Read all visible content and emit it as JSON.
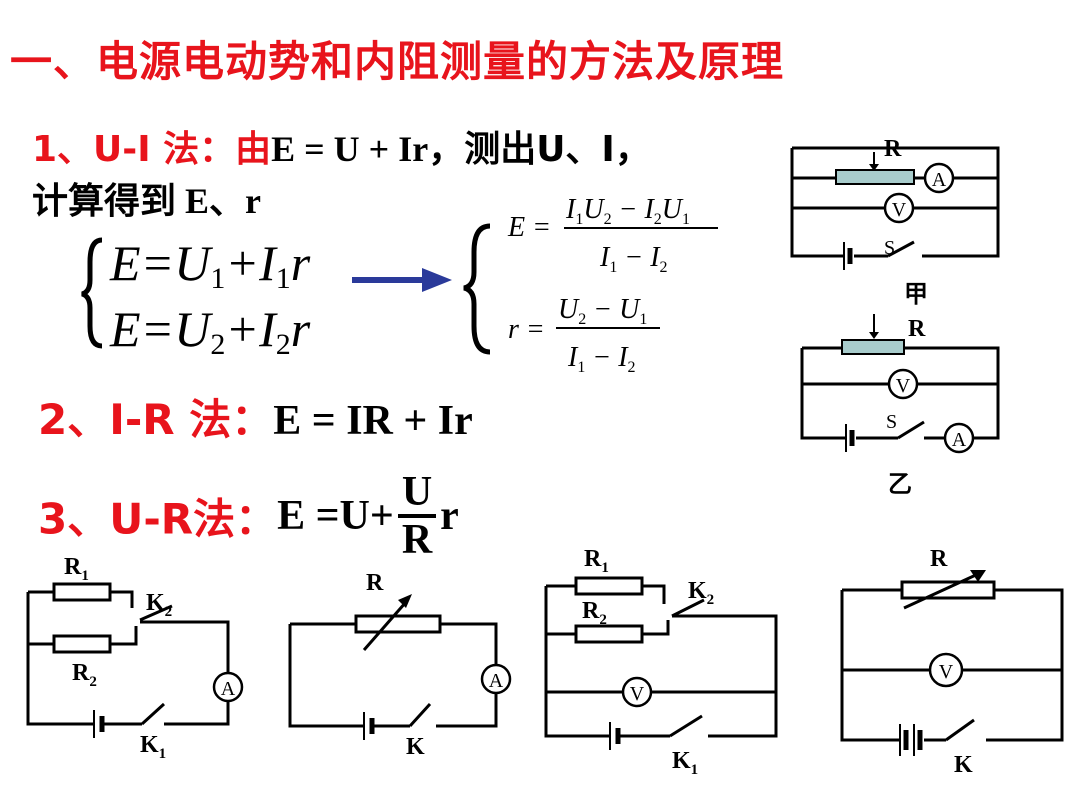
{
  "title": "一、电源电动势和内阻测量的方法及原理",
  "method1": {
    "prefix": "1、U-I 法：由",
    "equation": "E = U + Ir",
    "mid": "，测出U、I，",
    "line2": "计算得到  E、r"
  },
  "system_left": {
    "eq1": "E=U1+I1r",
    "eq2": "E=U2+I2r"
  },
  "system_right": {
    "E_num": "I1U2 − I2U1",
    "E_den": "I1 − I2",
    "r_num": "U2 − U1",
    "r_den": "I1 − I2"
  },
  "method2": {
    "prefix": "2、I-R 法：",
    "equation": "E = IR + Ir"
  },
  "method3": {
    "prefix": "3、U-R法：",
    "eq_start": "E =U+",
    "frac_num": "U",
    "frac_den": "R",
    "eq_end": "r"
  },
  "circuit_jia": {
    "R": "R",
    "A": "A",
    "V": "V",
    "S": "S",
    "caption": "甲"
  },
  "circuit_yi": {
    "R": "R",
    "A": "A",
    "V": "V",
    "S": "S",
    "caption": "乙"
  },
  "circuit_b1": {
    "R1": "R",
    "R1_sub": "1",
    "R2": "R",
    "R2_sub": "2",
    "K2": "K",
    "K2_sub": "2",
    "K1": "K",
    "K1_sub": "1",
    "A": "A"
  },
  "circuit_b2": {
    "R": "R",
    "A": "A",
    "K": "K"
  },
  "circuit_b3": {
    "R1": "R",
    "R1_sub": "1",
    "R2": "R",
    "R2_sub": "2",
    "K2": "K",
    "K2_sub": "2",
    "V": "V",
    "K1": "K",
    "K1_sub": "1"
  },
  "circuit_b4": {
    "R": "R",
    "V": "V",
    "K": "K"
  },
  "colors": {
    "title": "#e8141c",
    "arrow": "#2a3a9a",
    "rheostat_fill": "#a8cccc"
  }
}
